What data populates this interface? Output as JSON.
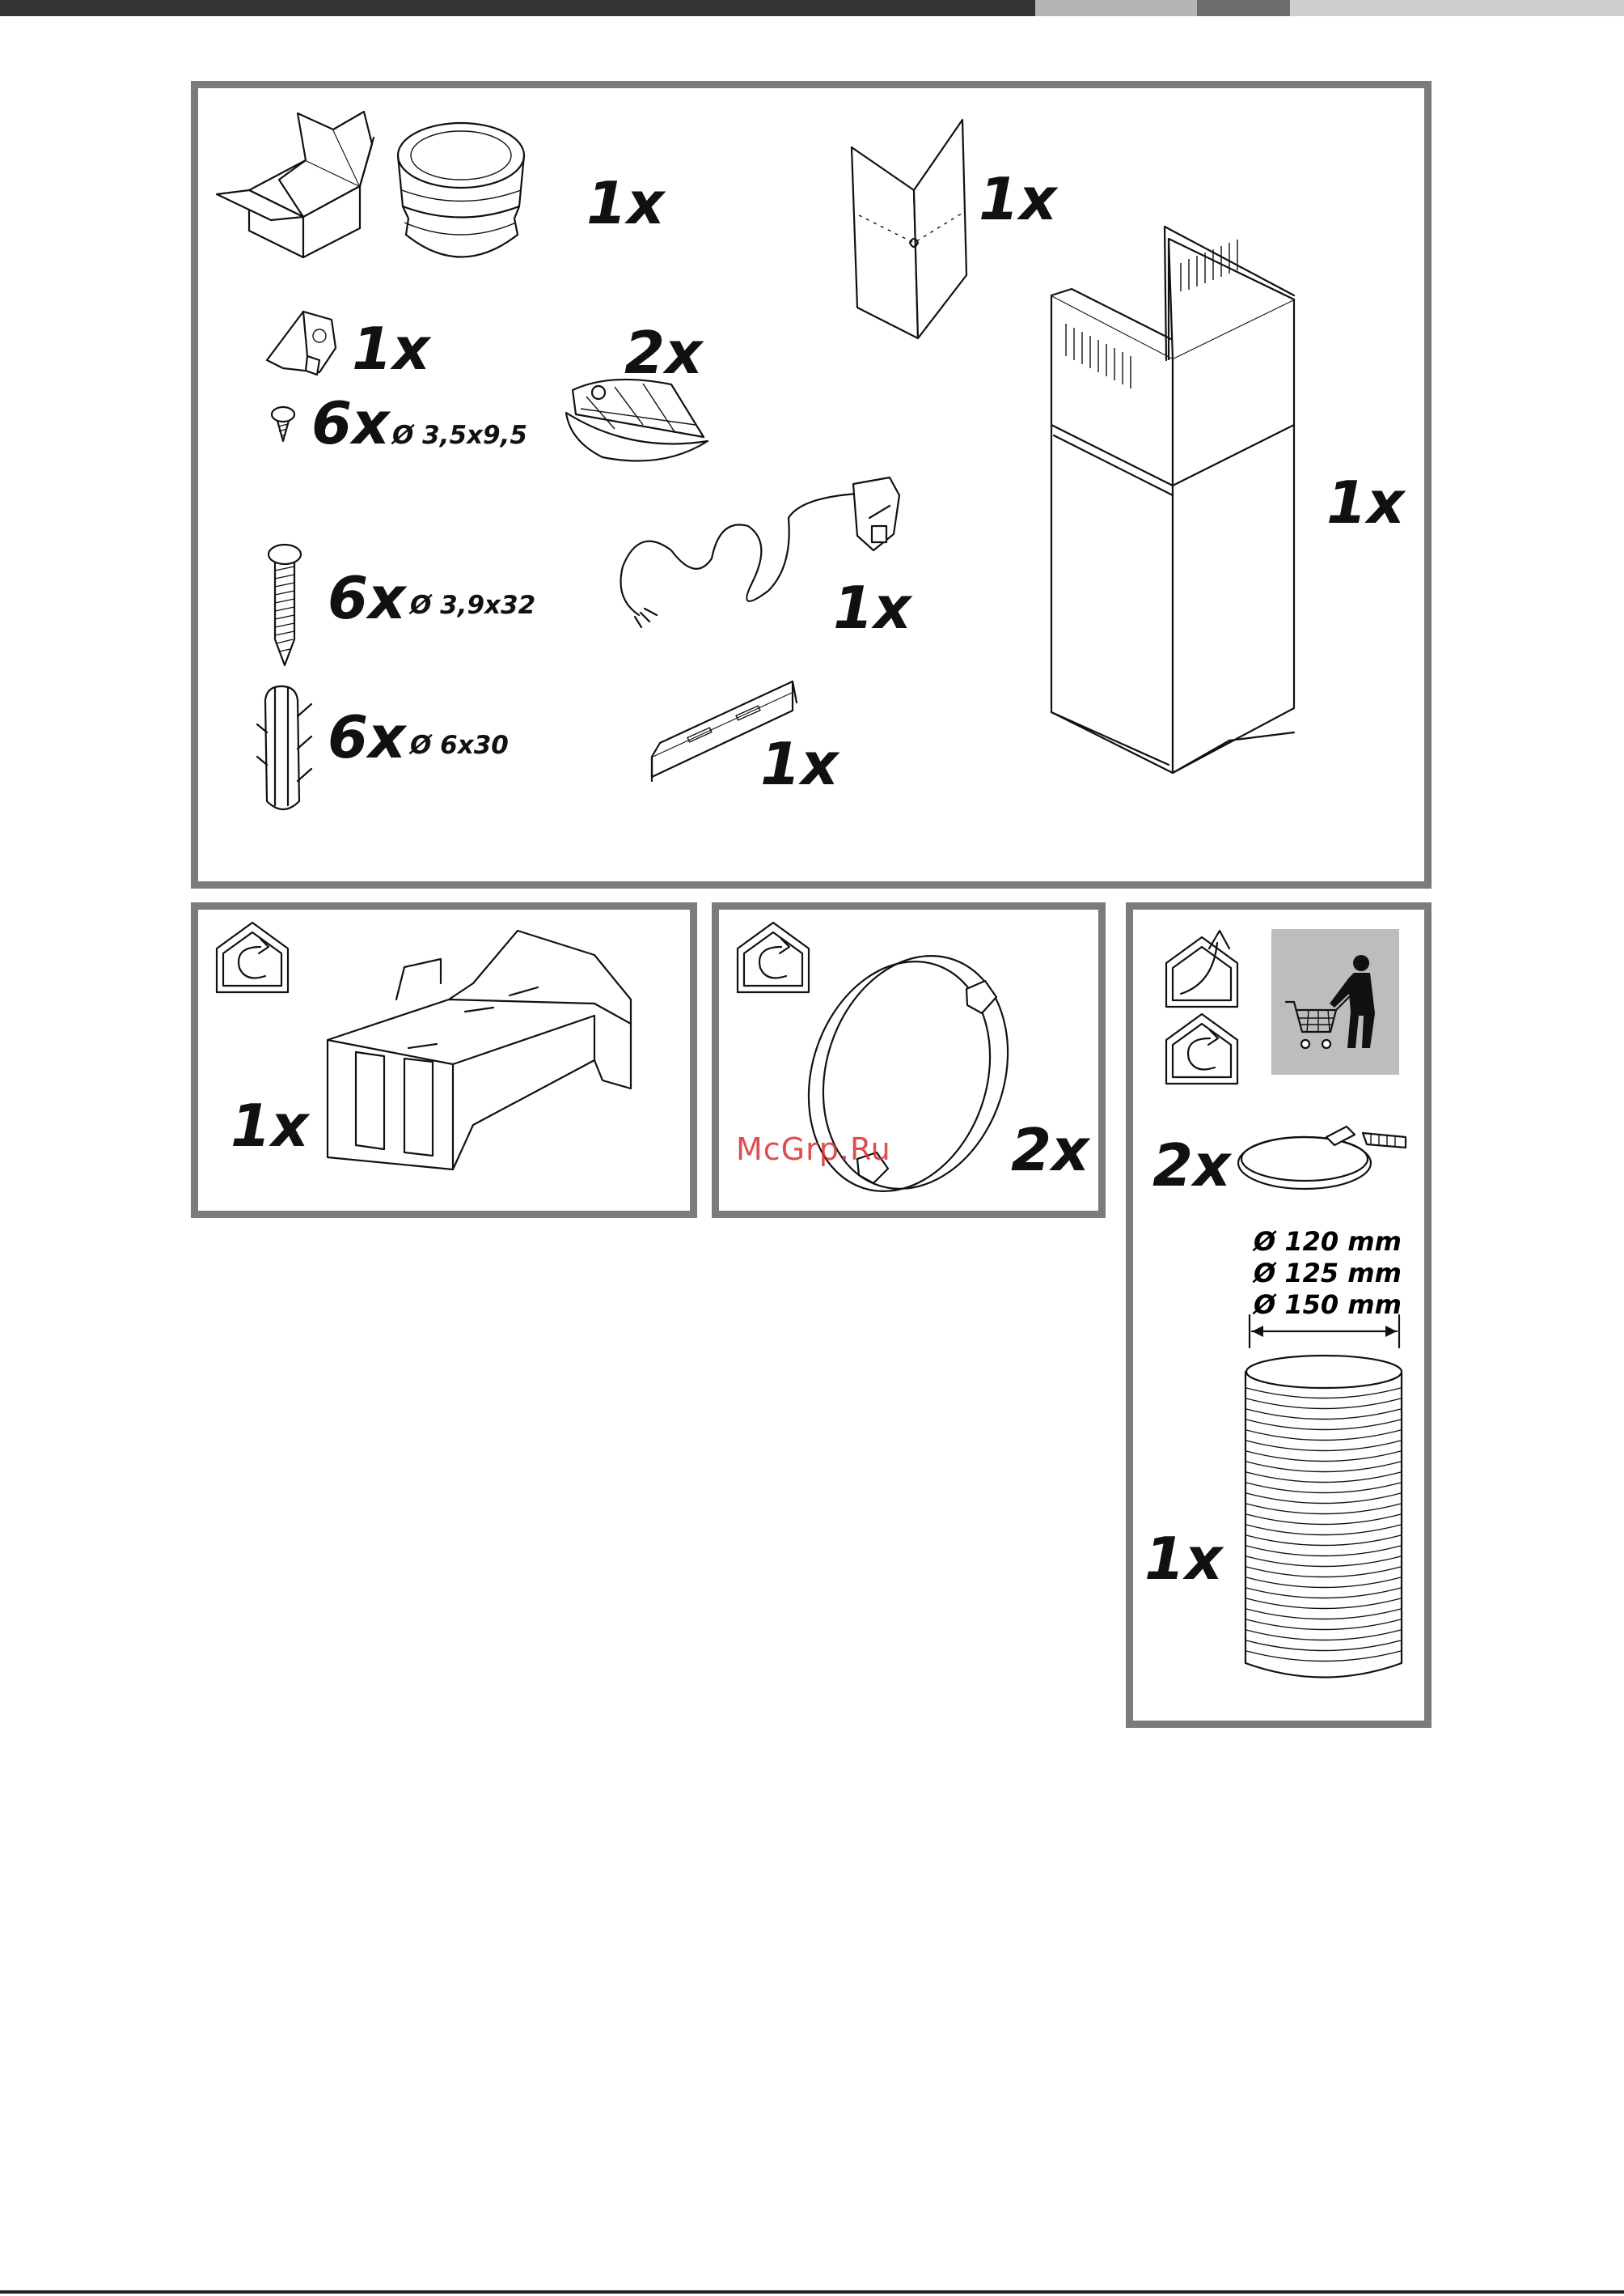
{
  "colors": {
    "frame": "#7b7b7b",
    "topbar": [
      "#333333",
      "#b5b5b5",
      "#6d6d6d",
      "#cfcfcf"
    ],
    "watermark": "#d93030",
    "recycle_box": "#bdbdbd"
  },
  "main_panel": {
    "adapter_qty": "1x",
    "template_qty": "1x",
    "clip_qty": "1x",
    "grease_filter_qty": "2x",
    "small_screw_qty": "6x",
    "small_screw_dim": "Ø 3,5x9,5",
    "power_cord_qty": "1x",
    "chimney_qty": "1x",
    "wood_screw_qty": "6x",
    "wood_screw_dim": "Ø 3,9x32",
    "dowel_qty": "6x",
    "dowel_dim": "Ø 6x30",
    "bracket_qty": "1x"
  },
  "recirc_panel": {
    "deflector_qty": "1x"
  },
  "carbon_panel": {
    "filter_qty": "2x",
    "watermark": "McGrp.Ru"
  },
  "duct_panel": {
    "clamp_qty": "2x",
    "diameters": [
      "Ø 120 mm",
      "Ø 125 mm",
      "Ø 150 mm"
    ],
    "hose_qty": "1x"
  },
  "icons": [
    "box-icon",
    "recirculation-icon",
    "extraction-icon",
    "shopping-cart-icon"
  ]
}
